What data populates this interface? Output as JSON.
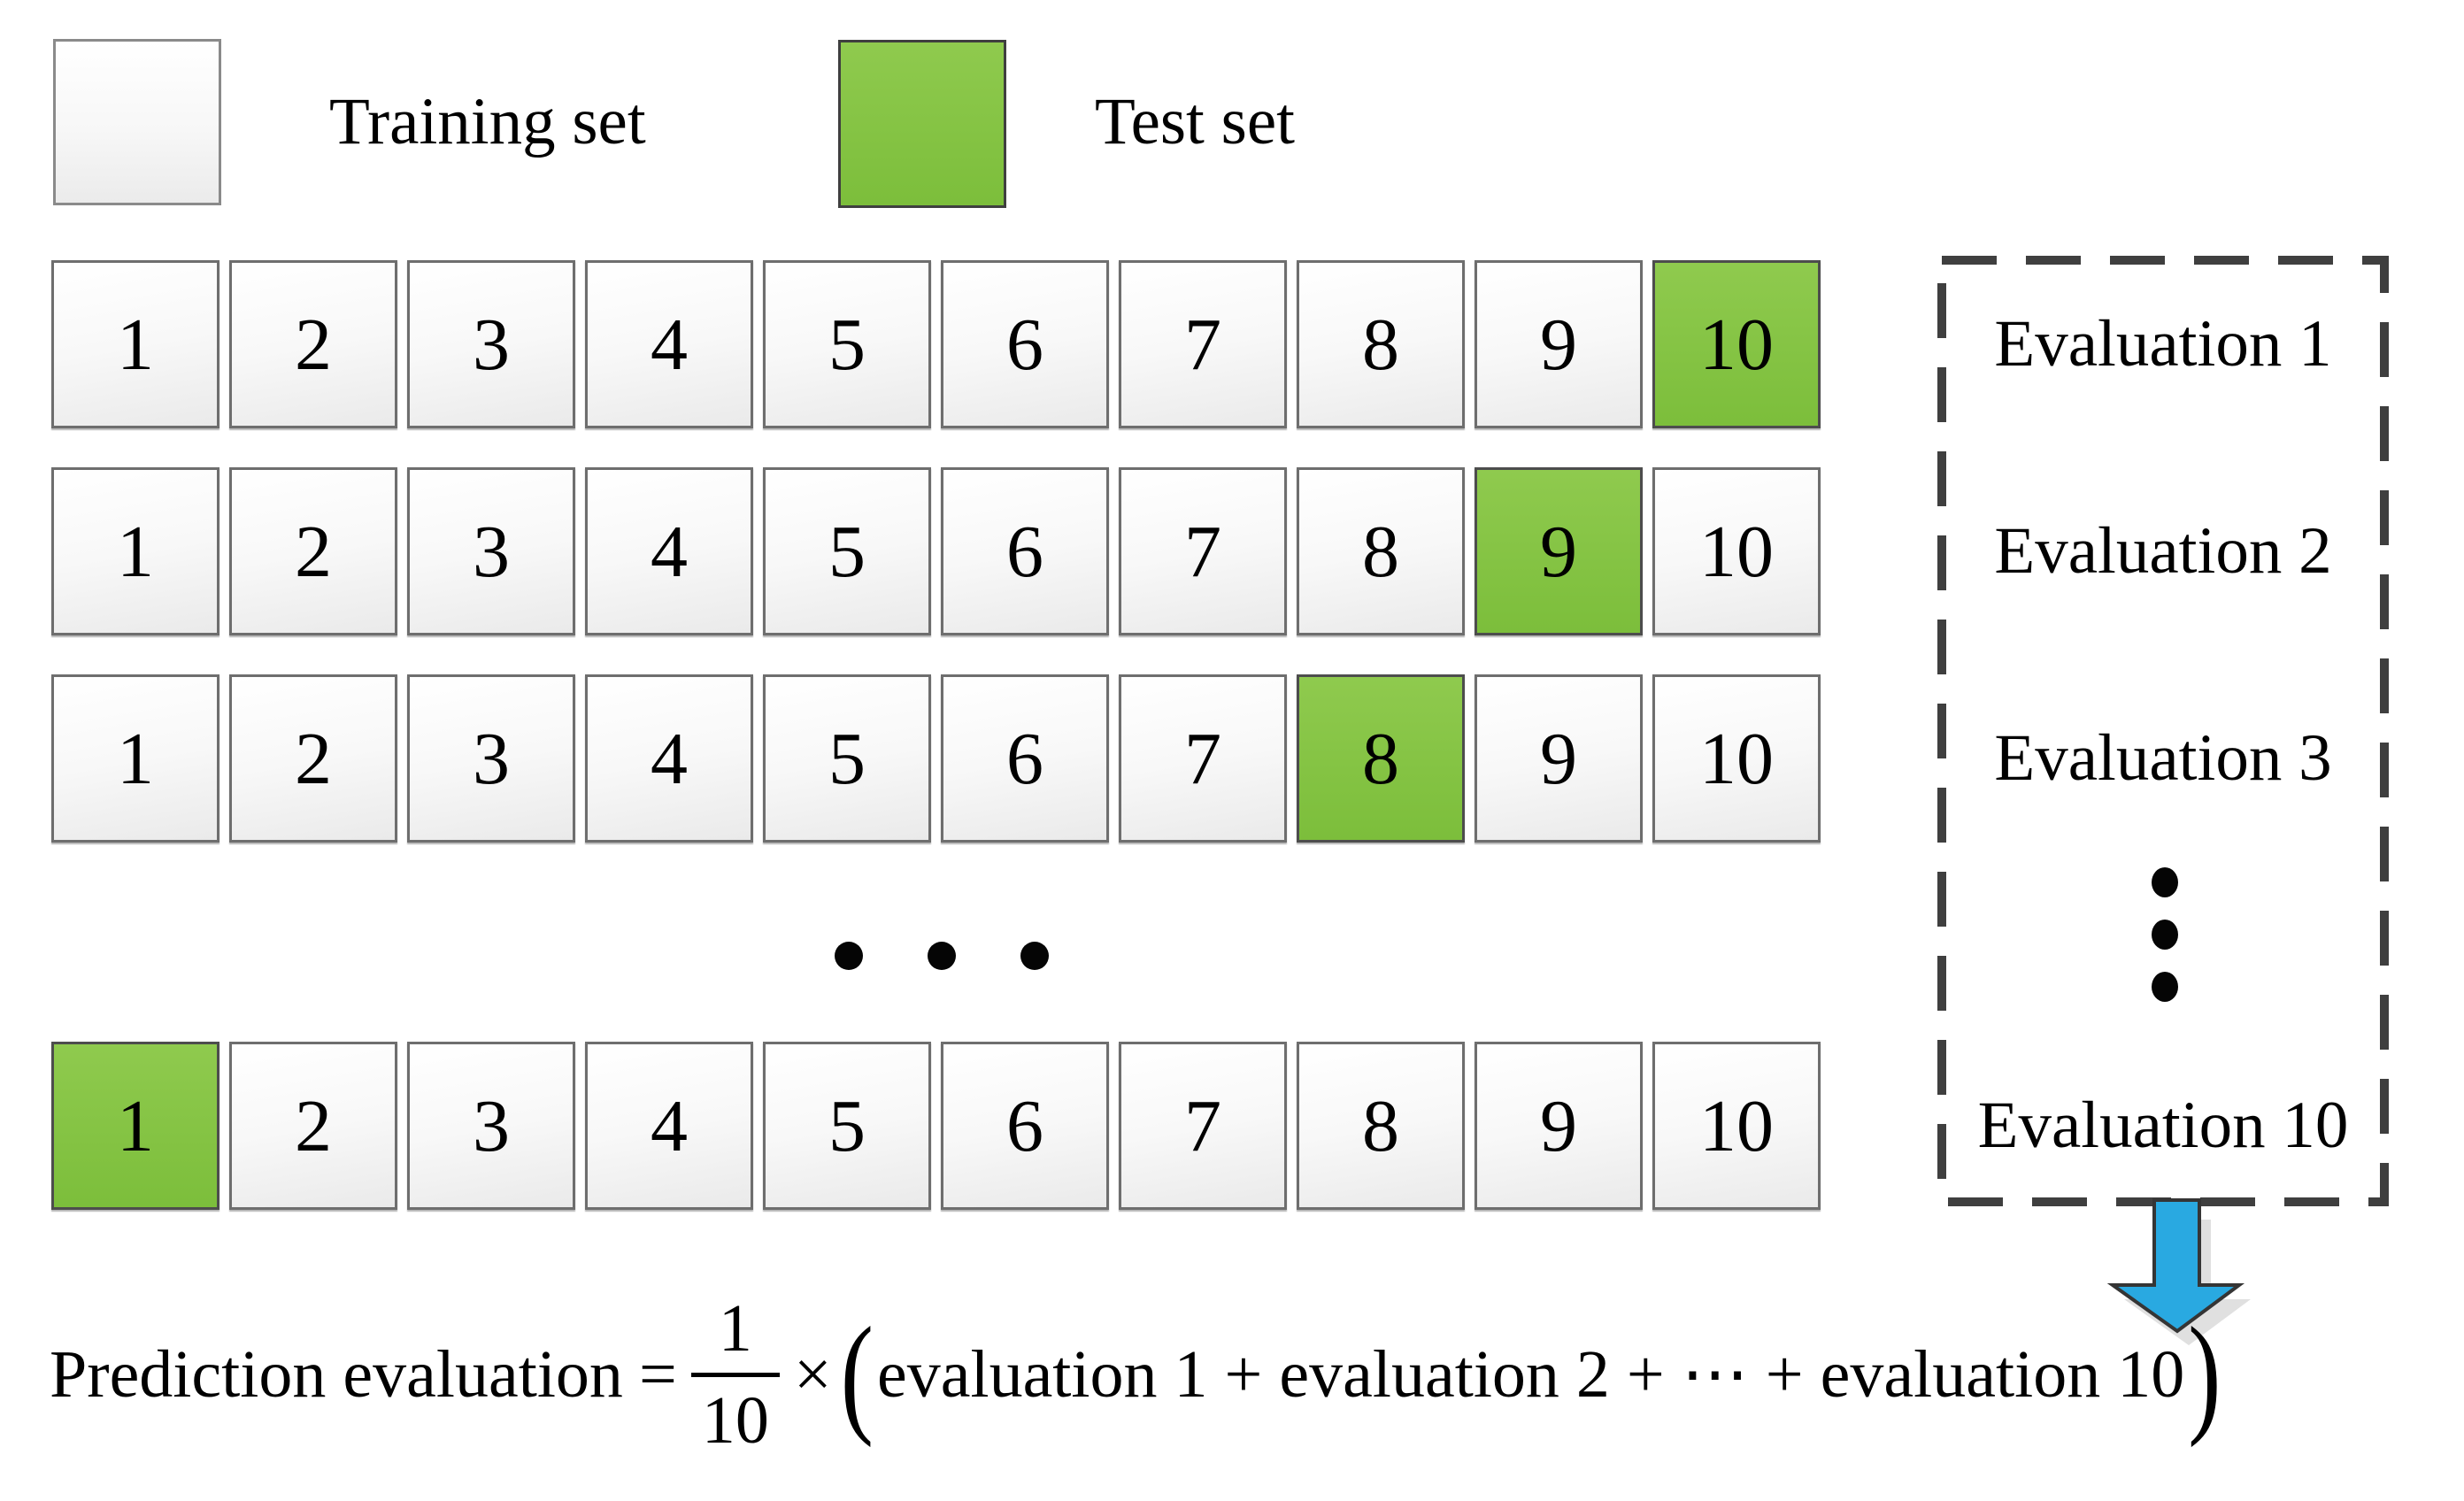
{
  "legend": {
    "training_label": "Training set",
    "test_label": "Test set"
  },
  "cross_validation": {
    "fold_numbers": [
      1,
      2,
      3,
      4,
      5,
      6,
      7,
      8,
      9,
      10
    ],
    "rows": [
      {
        "evaluation_label": "Evaluation 1",
        "test_fold": 10
      },
      {
        "evaluation_label": "Evaluation 2",
        "test_fold": 9
      },
      {
        "evaluation_label": "Evaluation 3",
        "test_fold": 8
      },
      {
        "evaluation_label": "Evaluation 10",
        "test_fold": 1
      }
    ],
    "hidden_rows_ellipsis": "• • •",
    "hidden_evaluations_ellipsis": "⋮"
  },
  "formula": {
    "lhs": "Prediction evaluation",
    "equals": "=",
    "numerator": "1",
    "denominator": "10",
    "times": "×",
    "open_paren": "(",
    "sum_terms": "evaluation 1 + evaluation 2 + ⋯ + evaluation 10",
    "close_paren": ")"
  },
  "colors": {
    "test_set_green_top": "#8FCA4E",
    "test_set_green_bottom": "#7CBE3B",
    "arrow_blue": "#29A9E1",
    "arrow_outline": "#353535",
    "arrow_shadow": "#e0e0e0",
    "dashed_border_gray": "#3F3F3F",
    "cell_border_gray": "#6E6E6E"
  }
}
